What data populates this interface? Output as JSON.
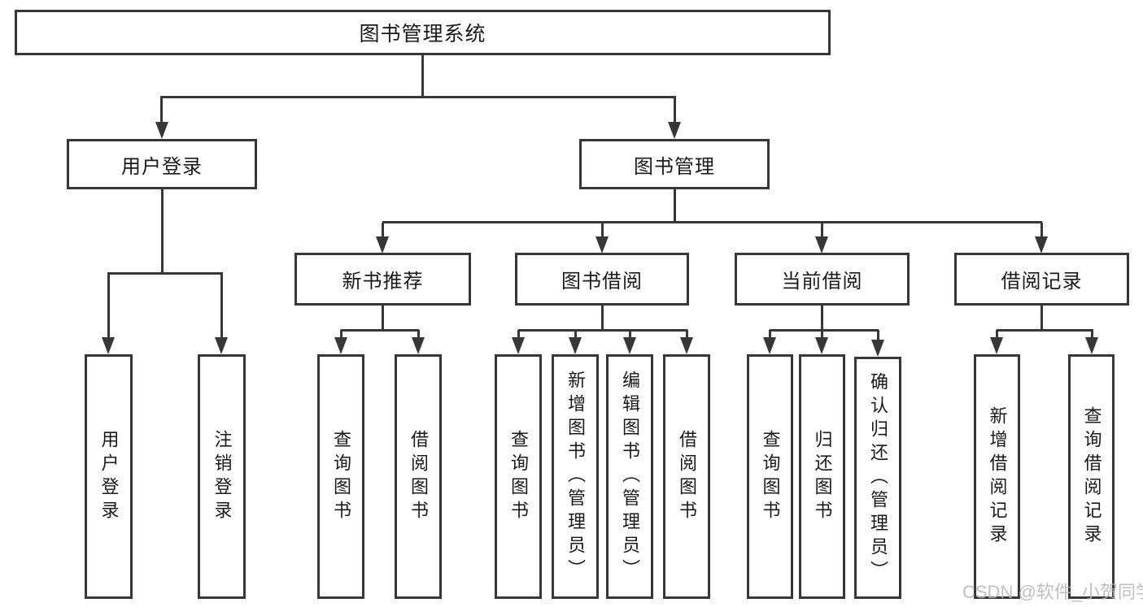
{
  "diagram": {
    "type": "functional-structure-tree",
    "colors": {
      "line": "#373737",
      "text": "#1a1a1a",
      "watermark": "#b5b5b5",
      "background": "#ffffff"
    }
  },
  "tree": {
    "root": {
      "label": "图书管理系统",
      "children": [
        {
          "label": "用户登录",
          "children": [
            {
              "label": "用户登录"
            },
            {
              "label": "注销登录"
            }
          ]
        },
        {
          "label": "图书管理",
          "children": [
            {
              "label": "新书推荐",
              "children": [
                {
                  "label": "查询图书"
                },
                {
                  "label": "借阅图书"
                }
              ]
            },
            {
              "label": "图书借阅",
              "children": [
                {
                  "label": "查询图书"
                },
                {
                  "label": "新增图书（管理员）"
                },
                {
                  "label": "编辑图书（管理员）"
                },
                {
                  "label": "借阅图书"
                }
              ]
            },
            {
              "label": "当前借阅",
              "children": [
                {
                  "label": "查询图书"
                },
                {
                  "label": "归还图书"
                },
                {
                  "label": "确认归还（管理员）"
                }
              ]
            },
            {
              "label": "借阅记录",
              "children": [
                {
                  "label": "新增借阅记录"
                },
                {
                  "label": "查询借阅记录"
                }
              ]
            }
          ]
        }
      ]
    }
  },
  "watermark": {
    "text": "CSDN @软件_小贺同学"
  }
}
